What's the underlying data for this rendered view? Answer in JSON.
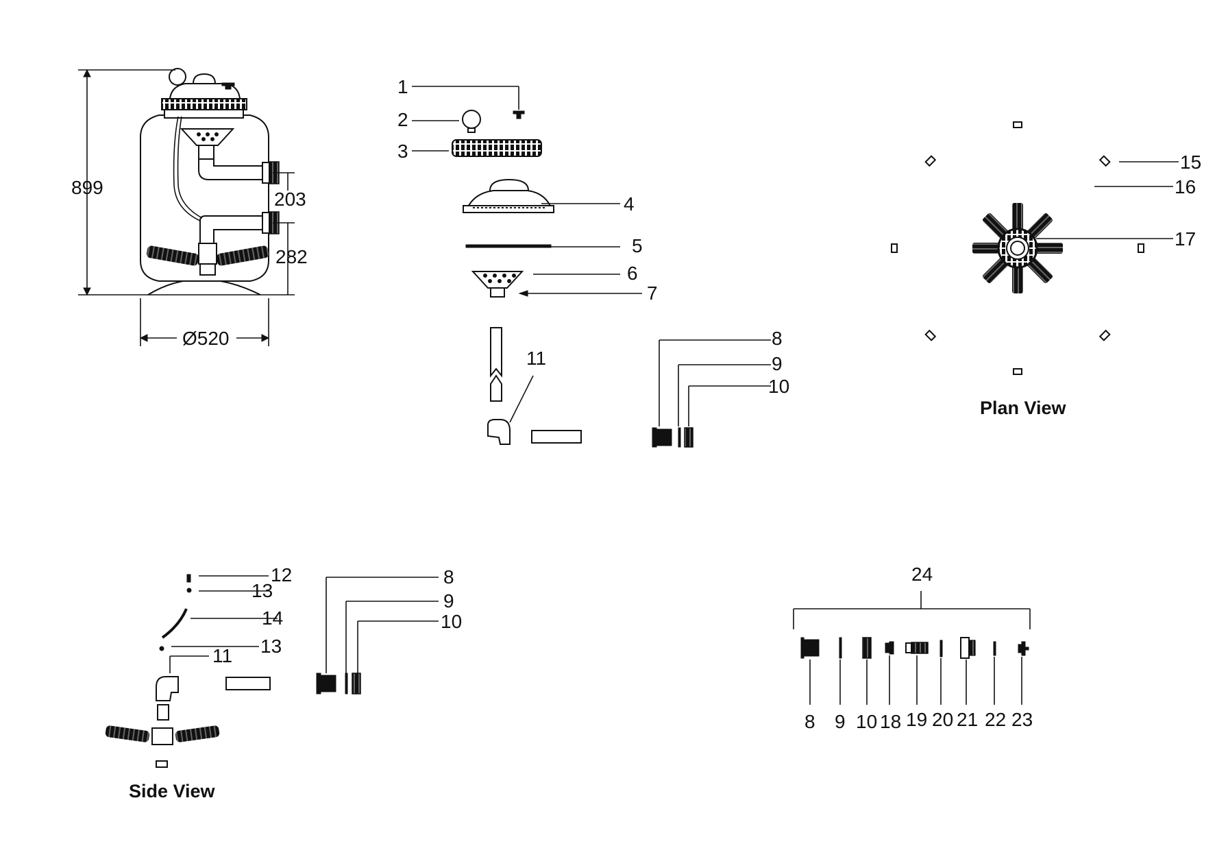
{
  "dimensions": {
    "height": "899",
    "inlet_spacing": "203",
    "outlet_height": "282",
    "diameter": "Ø520"
  },
  "views": {
    "plan": "Plan View",
    "side": "Side View"
  },
  "callouts": {
    "c1": "1",
    "c2": "2",
    "c3": "3",
    "c4": "4",
    "c5": "5",
    "c6": "6",
    "c7": "7",
    "c8": "8",
    "c9": "9",
    "c10": "10",
    "c11": "11",
    "c15": "15",
    "c16": "16",
    "c17": "17",
    "s12": "12",
    "s13a": "13",
    "s14": "14",
    "s13b": "13",
    "s11": "11",
    "s8": "8",
    "s9": "9",
    "s10": "10",
    "k24": "24",
    "k8": "8",
    "k9": "9",
    "k10": "10",
    "k18": "18",
    "k19": "19",
    "k20": "20",
    "k21": "21",
    "k22": "22",
    "k23": "23"
  }
}
